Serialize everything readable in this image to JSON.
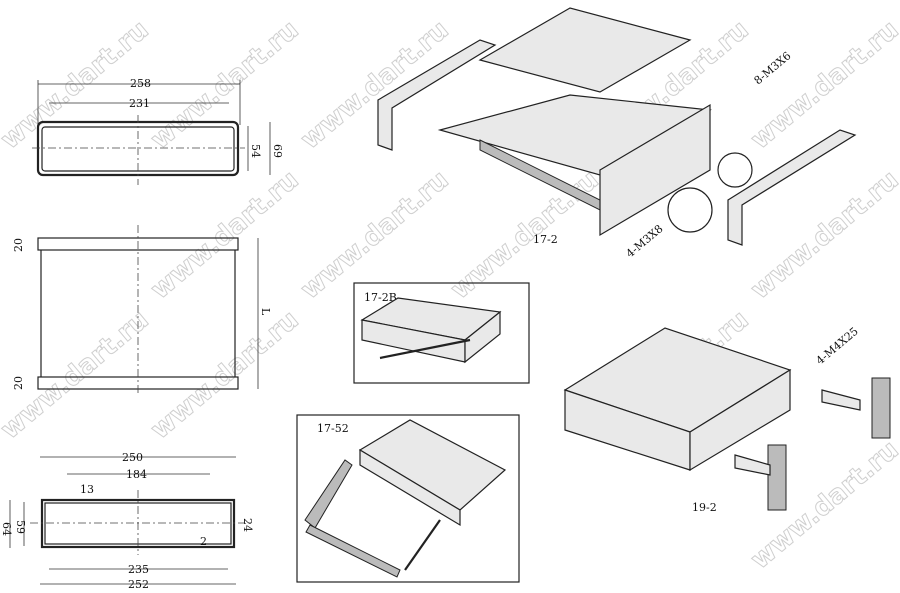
{
  "watermark": "www.dart.ru",
  "end_view": {
    "width_outer": "258",
    "width_inner": "231",
    "height_inner": "54",
    "height_outer": "69"
  },
  "side_view": {
    "top_cap": "20",
    "bottom_cap": "20",
    "length": "L"
  },
  "profile_view": {
    "top_width": "250",
    "top_inner": "184",
    "slot": "13",
    "height_outer": "64",
    "height_inner": "59",
    "right_height": "24",
    "thickness": "2",
    "bottom_inner": "235",
    "bottom_width": "252"
  },
  "exploded": {
    "model": "17-2",
    "screws_top": "8-M3X6",
    "screws_side": "4-M3X8"
  },
  "variant_b": {
    "model": "17-2B"
  },
  "variant_handle": {
    "model": "17-52"
  },
  "variant_19": {
    "model": "19-2",
    "screws": "4-M4X25"
  }
}
